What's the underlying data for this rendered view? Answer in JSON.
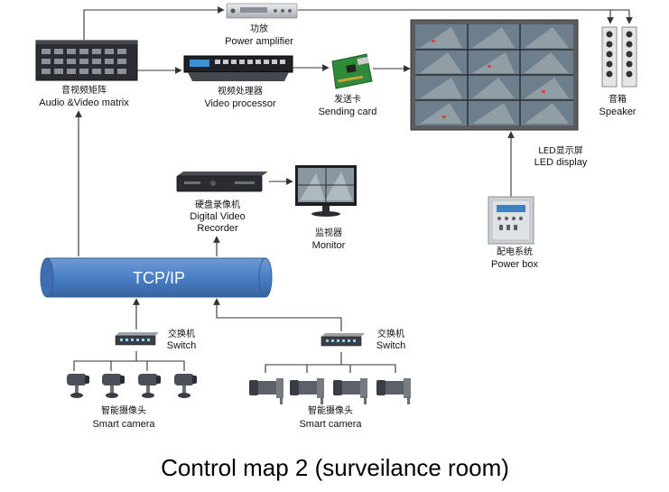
{
  "title": "Control map 2 (surveilance room)",
  "network": {
    "label": "TCP/IP"
  },
  "nodes": {
    "power_amplifier": {
      "zh": "功放",
      "en": "Power amplifier"
    },
    "av_matrix": {
      "zh": "音视频矩阵",
      "en": "Audio &Video matrix"
    },
    "video_processor": {
      "zh": "视频处理器",
      "en": "Video processor"
    },
    "sending_card": {
      "zh": "发送卡",
      "en": "Sending  card"
    },
    "speaker": {
      "zh": "音箱",
      "en": "Speaker"
    },
    "led_display": {
      "zh": "LED显示屏",
      "en": "LED display"
    },
    "dvr": {
      "zh": "硬盘录像机",
      "en1": "Digital Video",
      "en2": "Recorder"
    },
    "monitor": {
      "zh": "监视器",
      "en": "Monitor"
    },
    "power_box": {
      "zh": "配电系统",
      "en": "Power   box"
    },
    "switch_left": {
      "zh": "交换机",
      "en": "Switch"
    },
    "switch_right": {
      "zh": "交换机",
      "en": "Switch"
    },
    "cameras_left": {
      "zh": "智能摄像头",
      "en": "Smart camera"
    },
    "cameras_right": {
      "zh": "智能摄像头",
      "en": "Smart camera"
    }
  },
  "colors": {
    "network_fill": "#4a7fc4",
    "network_stroke": "#2f5d99",
    "device_dark": "#2b2d33",
    "device_silver": "#c9ccd1"
  }
}
